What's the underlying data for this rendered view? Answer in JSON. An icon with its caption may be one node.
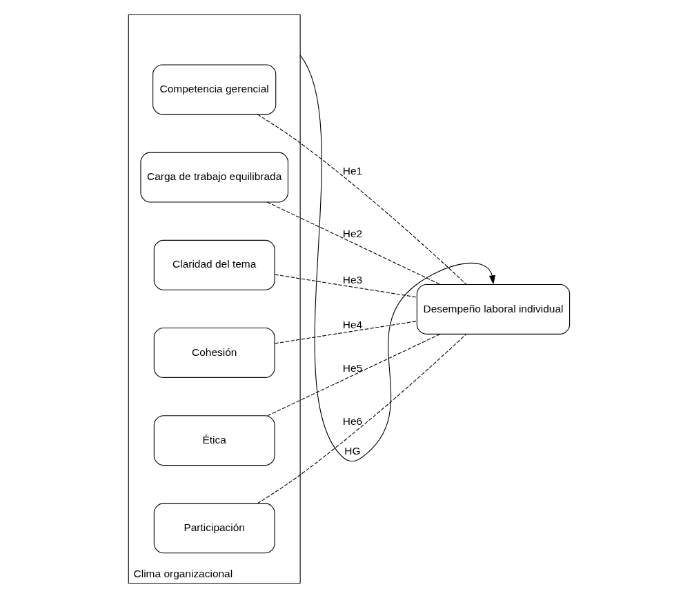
{
  "diagram": {
    "nodes": [
      {
        "text": [
          "Clima organizacional"
        ]
      },
      {
        "text": [
          "Competencia gerencial"
        ],
        "in": 0
      },
      {
        "text": [
          "Carga de trabajo equilibrada"
        ],
        "in": 0
      },
      {
        "text": [
          "Claridad del tema"
        ],
        "in": 0
      },
      {
        "text": [
          "Cohesión"
        ],
        "in": 0
      },
      {
        "text": [
          "Ética"
        ],
        "in": 0
      },
      {
        "text": [
          "Participación"
        ],
        "in": 0
      },
      {
        "text": [
          "Desempeño laboral individual"
        ]
      }
    ],
    "edges": [
      {
        "from": 0,
        "to": 7,
        "arrow": "to",
        "label": "HG"
      },
      {
        "from": 1,
        "to": 7,
        "arrow": "none",
        "label": "He1",
        "style": "dashed"
      },
      {
        "from": 2,
        "to": 7,
        "arrow": "none",
        "label": "He2",
        "style": "dashed"
      },
      {
        "from": 3,
        "to": 7,
        "arrow": "none",
        "label": "He3",
        "style": "dashed"
      },
      {
        "from": 4,
        "to": 7,
        "arrow": "none",
        "label": "He4",
        "style": "dashed"
      },
      {
        "from": 5,
        "to": 7,
        "arrow": "none",
        "label": "He5",
        "style": "dashed"
      },
      {
        "from": 6,
        "to": 7,
        "arrow": "none",
        "label": "He6",
        "style": "dashed"
      }
    ]
  }
}
